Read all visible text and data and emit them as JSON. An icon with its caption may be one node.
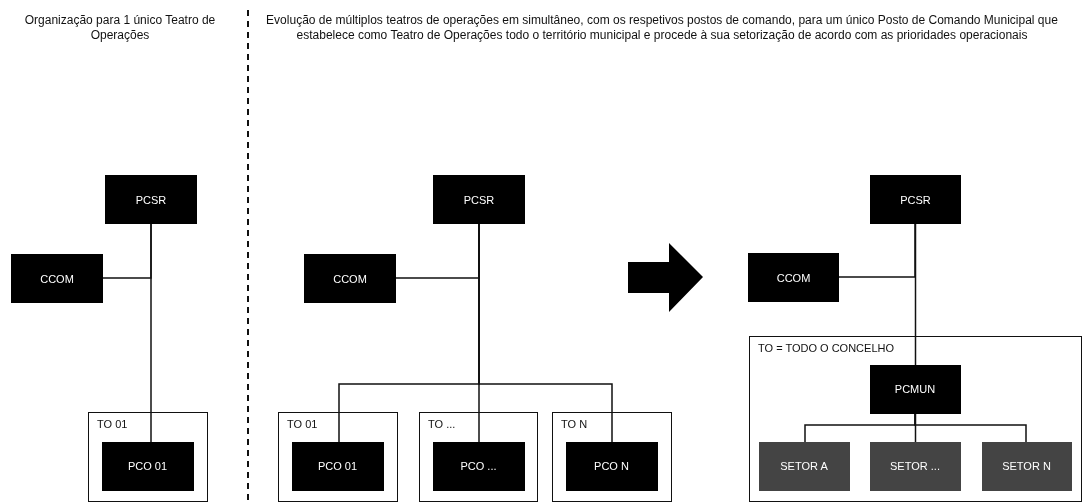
{
  "diagram": {
    "nodes": [
      {
        "text": [
          "PCSR"
        ]
      },
      {
        "text": [
          "CCOM"
        ]
      },
      {
        "text": [
          "TO 01"
        ]
      },
      {
        "text": [
          "PCO 01"
        ],
        "in": 2
      },
      {
        "text": [
          "PCSR"
        ]
      },
      {
        "text": [
          "CCOM"
        ]
      },
      {
        "text": [
          "TO 01"
        ]
      },
      {
        "text": [
          "PCO 01"
        ],
        "in": 6
      },
      {
        "text": [
          "TO ..."
        ]
      },
      {
        "text": [
          "PCO ..."
        ],
        "in": 8
      },
      {
        "text": [
          "TO N"
        ]
      },
      {
        "text": [
          "PCO N"
        ],
        "in": 10
      },
      {
        "text": [
          "PCSR"
        ]
      },
      {
        "text": [
          "CCOM"
        ]
      },
      {
        "text": [
          "TO = TODO O CONCELHO"
        ]
      },
      {
        "text": [
          "PCMUN"
        ],
        "in": 14
      },
      {
        "text": [
          "SETOR A"
        ],
        "in": 14
      },
      {
        "text": [
          "SETOR ..."
        ],
        "in": 14
      },
      {
        "text": [
          "SETOR N"
        ],
        "in": 14
      }
    ],
    "edges": [
      {
        "from": 0,
        "to": 3,
        "arrow": "none"
      },
      {
        "from": 1,
        "to": 0,
        "arrow": "none"
      },
      {
        "from": 4,
        "to": 7,
        "arrow": "none"
      },
      {
        "from": 4,
        "to": 9,
        "arrow": "none"
      },
      {
        "from": 4,
        "to": 11,
        "arrow": "none"
      },
      {
        "from": 5,
        "to": 4,
        "arrow": "none"
      },
      {
        "from": 12,
        "to": 15,
        "arrow": "none"
      },
      {
        "from": 13,
        "to": 12,
        "arrow": "none"
      },
      {
        "from": 15,
        "to": 16,
        "arrow": "none"
      },
      {
        "from": 15,
        "to": 17,
        "arrow": "none"
      },
      {
        "from": 15,
        "to": 18,
        "arrow": "none"
      }
    ],
    "labels": [
      "Organização para 1 único Teatro de Operações",
      "Evolução de múltiplos teatros de operações em simultâneo, com os respetivos postos de comando, para um único Posto de Comando Municipal que estabelece como Teatro de Operações todo o território municipal e procede à sua setorização de acordo com as prioridades operacionais"
    ]
  }
}
